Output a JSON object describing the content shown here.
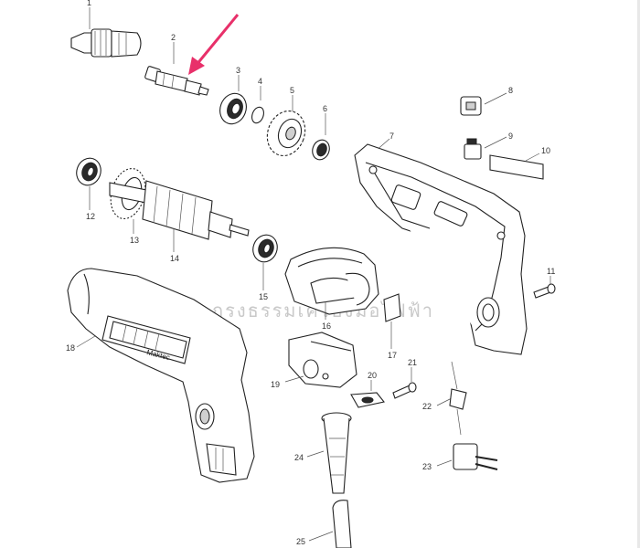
{
  "watermark": "กรงธรรมเครื่องมือไฟฟ้า",
  "brand_on_tool": "Maktec",
  "pointer_arrow_color": "#e8306a",
  "parts": [
    {
      "no": "1"
    },
    {
      "no": "2"
    },
    {
      "no": "3"
    },
    {
      "no": "4"
    },
    {
      "no": "5"
    },
    {
      "no": "6"
    },
    {
      "no": "7"
    },
    {
      "no": "8"
    },
    {
      "no": "9"
    },
    {
      "no": "10"
    },
    {
      "no": "11"
    },
    {
      "no": "12"
    },
    {
      "no": "13"
    },
    {
      "no": "14"
    },
    {
      "no": "15"
    },
    {
      "no": "16"
    },
    {
      "no": "17"
    },
    {
      "no": "18"
    },
    {
      "no": "19"
    },
    {
      "no": "20"
    },
    {
      "no": "21"
    },
    {
      "no": "22"
    },
    {
      "no": "23"
    },
    {
      "no": "24"
    },
    {
      "no": "25"
    }
  ]
}
